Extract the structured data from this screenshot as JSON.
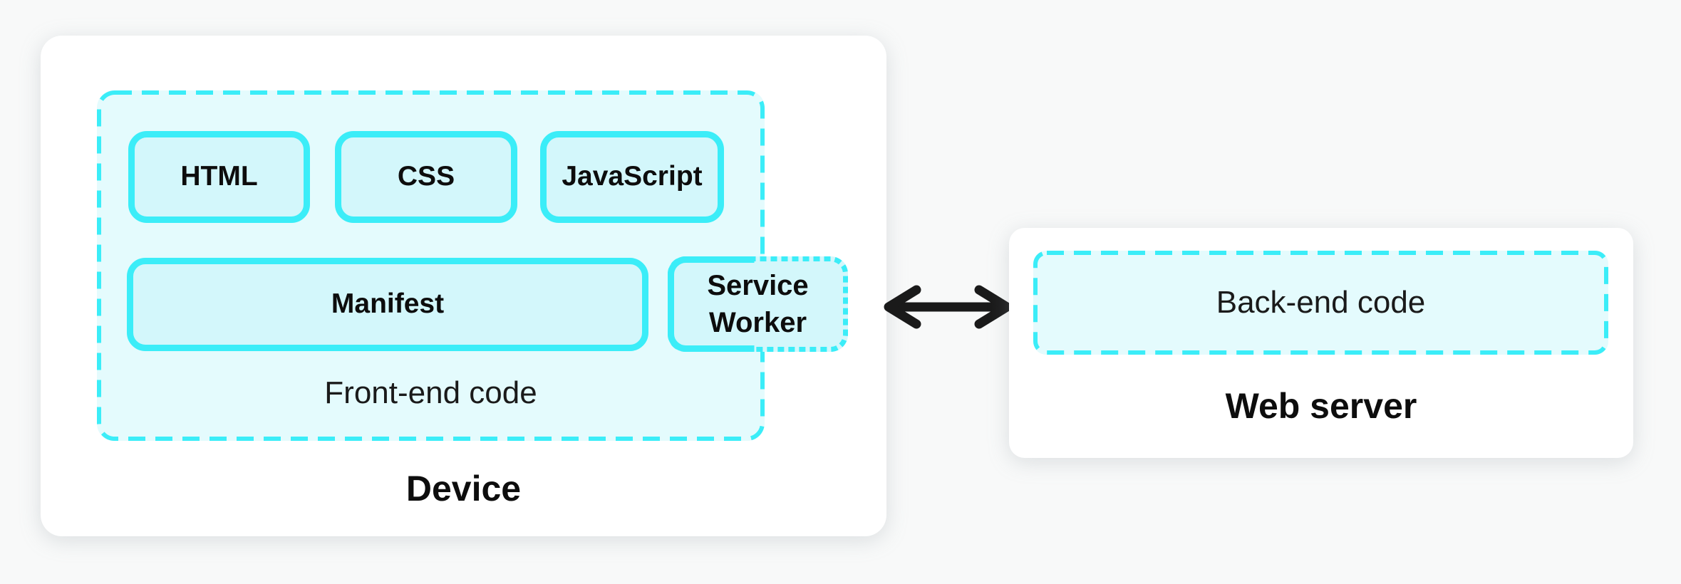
{
  "diagram": {
    "device_card": {
      "title": "Device",
      "frontend_group": {
        "label": "Front-end code",
        "row1_boxes": [
          {
            "label": "HTML"
          },
          {
            "label": "CSS"
          },
          {
            "label": "JavaScript"
          }
        ],
        "row2_boxes": [
          {
            "label": "Manifest"
          },
          {
            "label": "Service Worker"
          }
        ]
      }
    },
    "connector": {
      "icon": "bidirectional-arrow-icon",
      "color": "#1A1A1A"
    },
    "server_card": {
      "title": "Web server",
      "backend_group": {
        "label": "Back-end code"
      }
    },
    "colors": {
      "accent_cyan": "#3BEDF8",
      "box_fill": "#D3F7FB",
      "group_fill": "#E4FBFD",
      "card_background": "#FFFFFF",
      "page_background": "#F8F9F9",
      "text": "#0D0D0D"
    }
  }
}
